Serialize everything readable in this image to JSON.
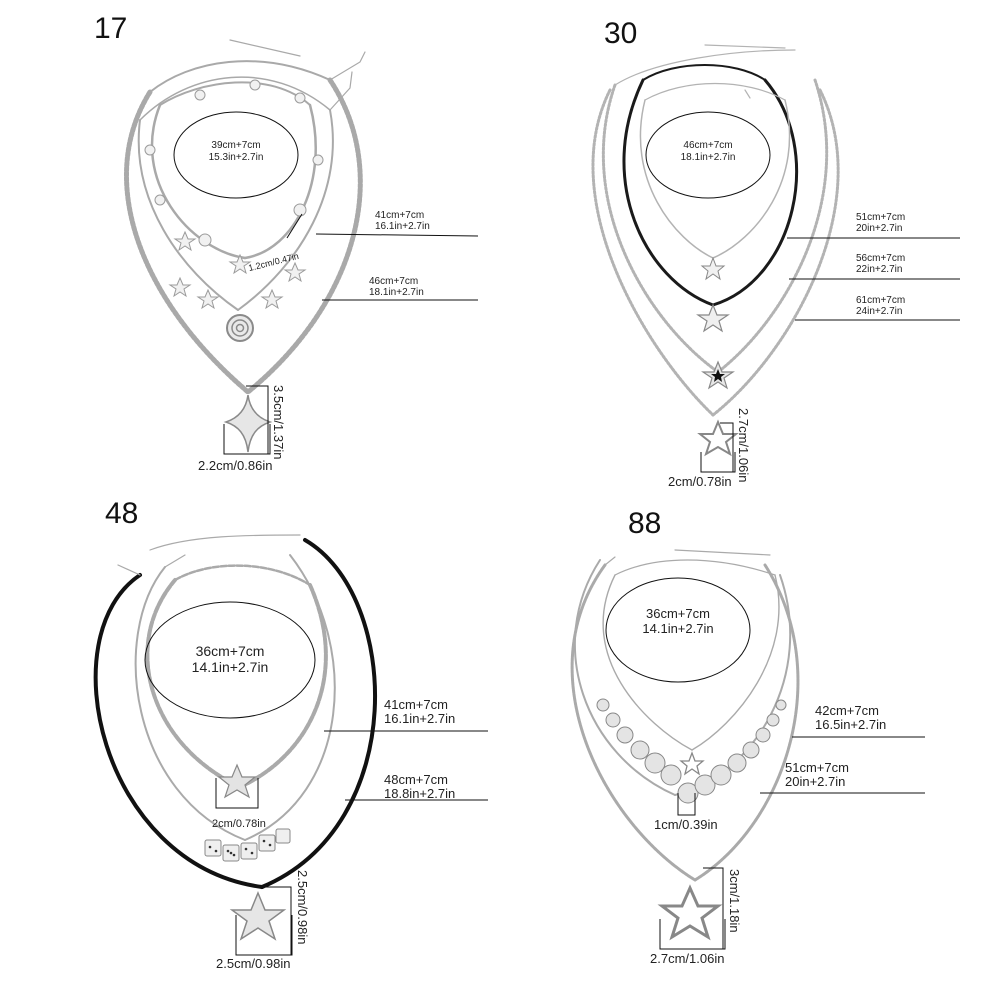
{
  "panels": [
    {
      "number": "17",
      "oval": [
        "39cm+7cm",
        "15.3in+2.7in"
      ],
      "labels": [
        {
          "l1": "41cm+7cm",
          "l2": "16.1in+2.7in"
        },
        {
          "l1": "46cm+7cm",
          "l2": "18.1in+2.7in"
        }
      ],
      "bead_size": "1.2cm/0.47in",
      "pendant_height": "3.5cm/1.37in",
      "pendant_width": "2.2cm/0.86in"
    },
    {
      "number": "30",
      "oval": [
        "46cm+7cm",
        "18.1in+2.7in"
      ],
      "labels": [
        {
          "l1": "51cm+7cm",
          "l2": "20in+2.7in"
        },
        {
          "l1": "56cm+7cm",
          "l2": "22in+2.7in"
        },
        {
          "l1": "61cm+7cm",
          "l2": "24in+2.7in"
        }
      ],
      "pendant_height": "2.7cm/1.06in",
      "pendant_width": "2cm/0.78in"
    },
    {
      "number": "48",
      "oval": [
        "36cm+7cm",
        "14.1in+2.7in"
      ],
      "labels": [
        {
          "l1": "41cm+7cm",
          "l2": "16.1in+2.7in"
        },
        {
          "l1": "48cm+7cm",
          "l2": "18.8in+2.7in"
        }
      ],
      "star_size": "2cm/0.78in",
      "pendant_height": "2.5cm/0.98in",
      "pendant_width": "2.5cm/0.98in"
    },
    {
      "number": "88",
      "oval": [
        "36cm+7cm",
        "14.1in+2.7in"
      ],
      "labels": [
        {
          "l1": "42cm+7cm",
          "l2": "16.5in+2.7in"
        },
        {
          "l1": "51cm+7cm",
          "l2": "20in+2.7in"
        }
      ],
      "bead_size": "1cm/0.39in",
      "pendant_height": "3cm/1.18in",
      "pendant_width": "2.7cm/1.06in"
    }
  ]
}
